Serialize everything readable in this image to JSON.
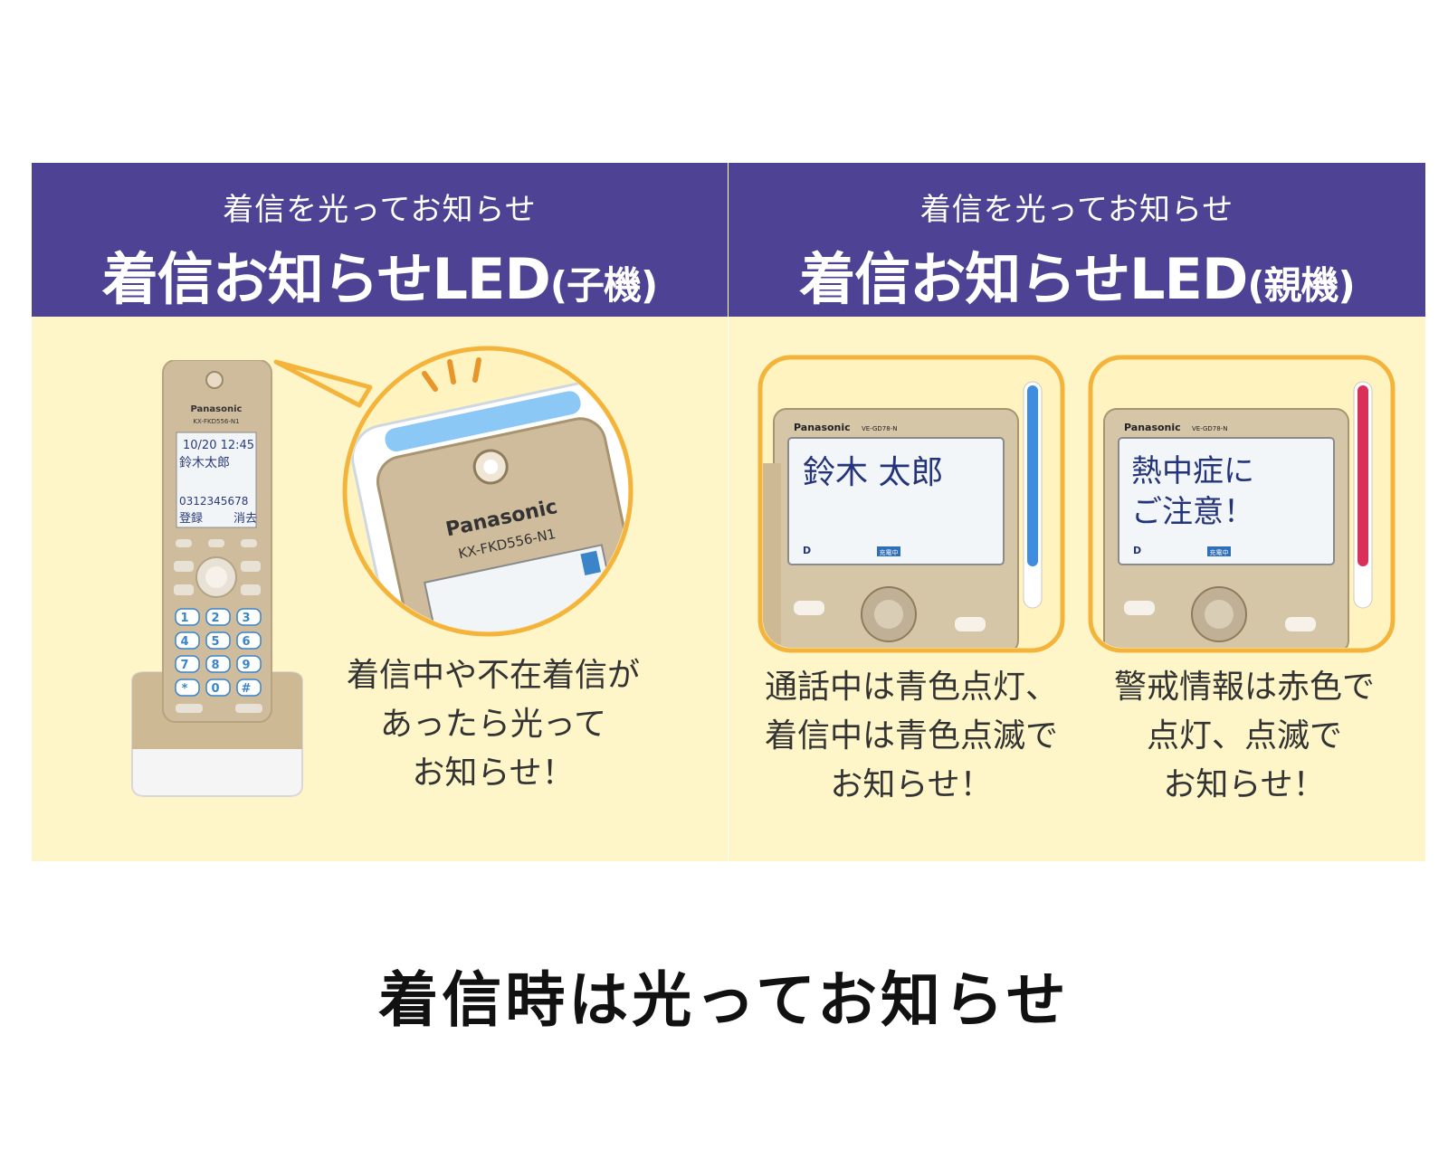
{
  "left_panel": {
    "subtitle": "着信を光ってお知らせ",
    "title": "着信お知らせLED",
    "title_suffix": "(子機)",
    "caption": [
      "着信中や不在着信が",
      "あったら光って",
      "お知らせ！"
    ],
    "handset": {
      "brand": "Panasonic",
      "model": "KX-FKD556-N1",
      "screen_lines": [
        "10/20 12:45",
        "鈴木太郎",
        "0312345678"
      ],
      "soft_keys": [
        "登録",
        "消去"
      ],
      "keys": [
        "1",
        "2",
        "3",
        "4",
        "5",
        "6",
        "7",
        "8",
        "9",
        "*",
        "0",
        "#"
      ]
    },
    "zoom": {
      "brand": "Panasonic",
      "model": "KX-FKD556-N1"
    }
  },
  "right_panel": {
    "subtitle": "着信を光ってお知らせ",
    "title": "着信お知らせLED",
    "title_suffix": "(親機)",
    "cards": [
      {
        "brand": "Panasonic",
        "model": "VE-GD78-N",
        "screen_lines": [
          "鈴木 太郎"
        ],
        "status": "充電中",
        "led_color": "#3e8de0",
        "caption": [
          "通話中は青色点灯、",
          "着信中は青色点滅で",
          "お知らせ！"
        ]
      },
      {
        "brand": "Panasonic",
        "model": "VE-GD78-N",
        "screen_lines": [
          "熱中症に",
          "ご注意！"
        ],
        "status": "充電中",
        "led_color": "#d9305a",
        "caption": [
          "警戒情報は赤色で",
          "点灯、点滅で",
          "お知らせ！"
        ]
      }
    ]
  },
  "footer": {
    "title": "着信時は光ってお知らせ"
  },
  "colors": {
    "banner": "#4e4294",
    "panel_bg": "#fef6c8",
    "card_border": "#f4b43c",
    "handset_gold": "#cfbc9c",
    "key_blue": "#3a84c9"
  }
}
